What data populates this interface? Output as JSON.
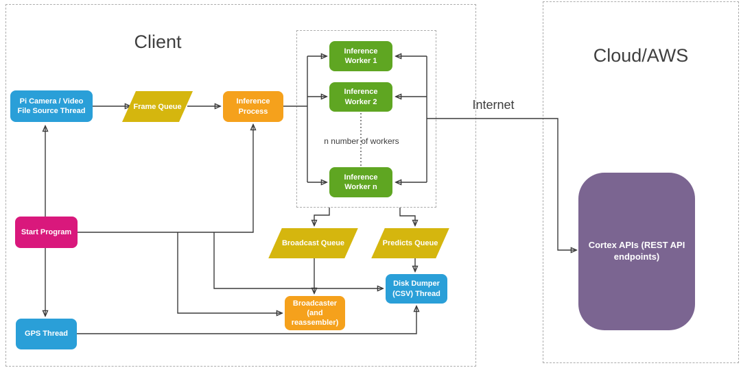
{
  "titles": {
    "client": "Client",
    "cloud": "Cloud/AWS"
  },
  "annotations": {
    "internet": "Internet",
    "n_workers": "n number of workers"
  },
  "nodes": {
    "pi_camera": {
      "label": "Pi Camera / Video File Source Thread"
    },
    "frame_queue": {
      "label": "Frame Queue"
    },
    "inference_process": {
      "label": "Inference Process"
    },
    "worker_1": {
      "label": "Inference Worker 1"
    },
    "worker_2": {
      "label": "Inference Worker 2"
    },
    "worker_n": {
      "label": "Inference Worker n"
    },
    "start_program": {
      "label": "Start Program"
    },
    "gps_thread": {
      "label": "GPS Thread"
    },
    "broadcast_queue": {
      "label": "Broadcast Queue"
    },
    "predicts_queue": {
      "label": "Predicts Queue"
    },
    "disk_dumper": {
      "label": "Disk Dumper (CSV) Thread"
    },
    "broadcaster": {
      "label": "Broadcaster (and reassembler)"
    },
    "cortex_apis": {
      "label": "Cortex APIs (REST API endpoints)"
    }
  },
  "colors": {
    "blue": "#2A9FD8",
    "yellow": "#D5B60E",
    "orange": "#F5A11C",
    "green": "#5FA622",
    "magenta": "#D9187C",
    "purple": "#7B6591",
    "line": "#3A3A3A",
    "dashed_border": "#ABABAB",
    "text_dark": "#3C3C3C"
  }
}
